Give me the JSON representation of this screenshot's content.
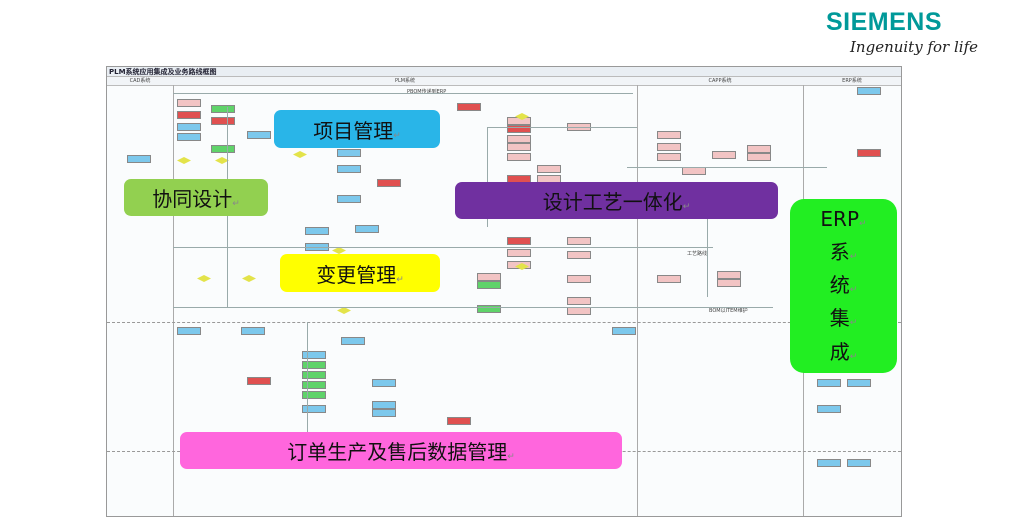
{
  "brand": {
    "name": "SIEMENS",
    "tagline": "Ingenuity for life",
    "color": "#009999"
  },
  "diagram": {
    "title": "PLM系统应用集成及业务路线框图",
    "columns": [
      "CAD系统",
      "PLM系统",
      "CAPP系统",
      "ERP系统"
    ],
    "labels": {
      "pbom": "PBOM传递到ERP",
      "route": "工艺路线",
      "bom_item": "BOM以ITEM维护"
    }
  },
  "overlays": {
    "project": "项目管理",
    "collab": "协同设计",
    "design_process": "设计工艺一体化",
    "change": "变更管理",
    "erp": [
      "ERP",
      "系",
      "统",
      "集",
      "成"
    ],
    "order": "订单生产及售后数据管理"
  },
  "colors": {
    "project": "#29b5e8",
    "collab": "#92d050",
    "design_process": "#7030a0",
    "change": "#ffff00",
    "erp": "#22ee22",
    "order": "#ff66dd"
  }
}
